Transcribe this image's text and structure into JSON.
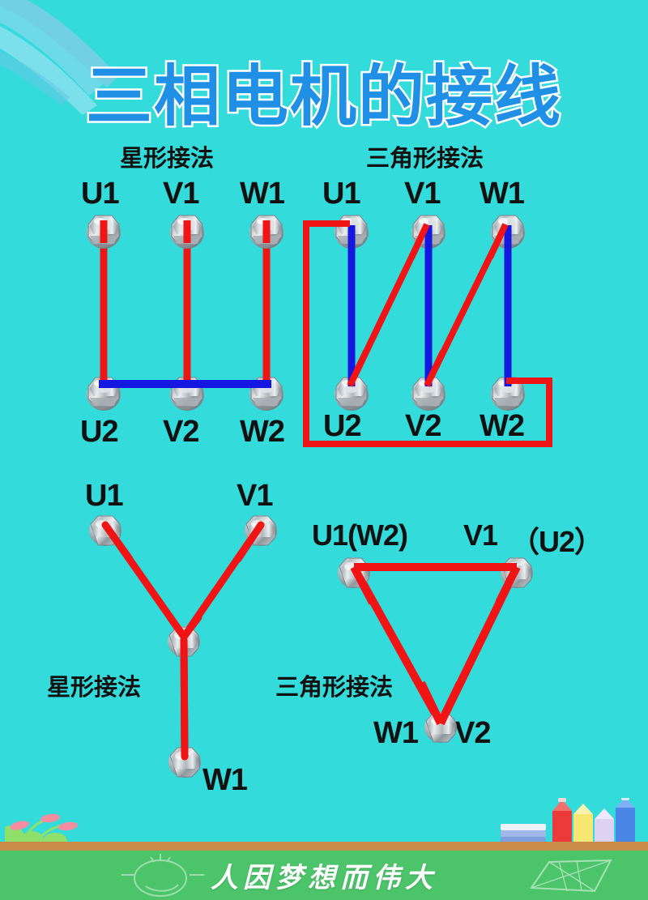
{
  "page": {
    "title": "三相电机的接线",
    "background_color": "#33dbdb",
    "title_color": "#1f90e6",
    "title_outline_color": "#ffffff",
    "wire_red": "#f01414",
    "wire_blue": "#1417e0",
    "label_color": "#111111"
  },
  "sections": {
    "top_left_caption": "星形接法",
    "top_right_caption": "三角形接法",
    "bottom_left_caption": "星形接法",
    "bottom_right_caption": "三角形接法"
  },
  "terminal_block_star": {
    "top_labels": [
      "U1",
      "V1",
      "W1"
    ],
    "bottom_labels": [
      "U2",
      "V2",
      "W2"
    ],
    "wire_description": "U1-U2, V1-V2, W1-W2 red vertical links; U2-V2-W2 joined by blue bus bar"
  },
  "terminal_block_delta": {
    "top_labels": [
      "U1",
      "V1",
      "W1"
    ],
    "bottom_labels": [
      "U2",
      "V2",
      "W2"
    ],
    "wire_description": "blue vertical U1-U2, V1-V2, W1-W2; red diagonals U2-V1 and V2-W1; red loop U1 around to W2"
  },
  "star_schematic": {
    "top_left_label": "U1",
    "top_right_label": "V1",
    "bottom_label": "W1",
    "caption": "星形接法"
  },
  "delta_schematic": {
    "top_left_label": "U1(W2)",
    "top_mid_label": "V1",
    "top_right_label": "（U2）",
    "bottom_left_label": "W1",
    "bottom_right_label": "V2",
    "caption": "三角形接法"
  },
  "footer": {
    "motto": "人因梦想而伟大",
    "board_color": "#4cc46a",
    "frame_color": "#c98b49"
  }
}
